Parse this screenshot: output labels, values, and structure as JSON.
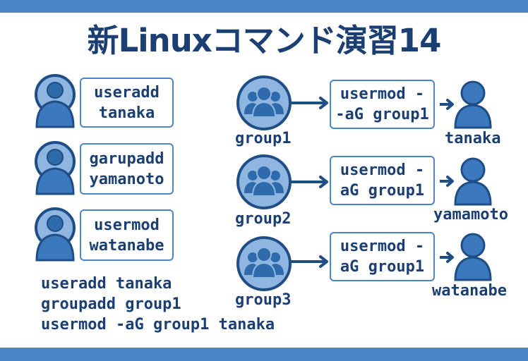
{
  "title": "新Linuxコマンド演習14",
  "colors": {
    "accent": "#4a86c8",
    "dark": "#1b3f72",
    "icon_fill": "#3b78bd",
    "icon_light": "#8fb6e0",
    "icon_stroke": "#1f4e86"
  },
  "left_commands": [
    {
      "icon": "user-icon",
      "line1": "useradd",
      "line2": "tanaka"
    },
    {
      "icon": "user-icon",
      "line1": "garupadd",
      "line2": "yamanoto"
    },
    {
      "icon": "user-icon",
      "line1": "usermod",
      "line2": "watanabe"
    }
  ],
  "summary_lines": [
    "useradd tanaka",
    "groupadd group1",
    "usermod -aG group1 tanaka"
  ],
  "group_flows": [
    {
      "group_icon": "group-icon",
      "group": "group1",
      "cmd_line1": "usermod -",
      "cmd_line2": "-aG group1",
      "user_icon": "user-icon",
      "user": "tanaka"
    },
    {
      "group_icon": "group-icon",
      "group": "group2",
      "cmd_line1": "usermod -",
      "cmd_line2": "aG group1",
      "user_icon": "user-icon",
      "user": "yamamoto"
    },
    {
      "group_icon": "group-icon",
      "group": "group3",
      "cmd_line1": "usermod -",
      "cmd_line2": "aG group1",
      "user_icon": "user-icon",
      "user": "watanabe"
    }
  ]
}
